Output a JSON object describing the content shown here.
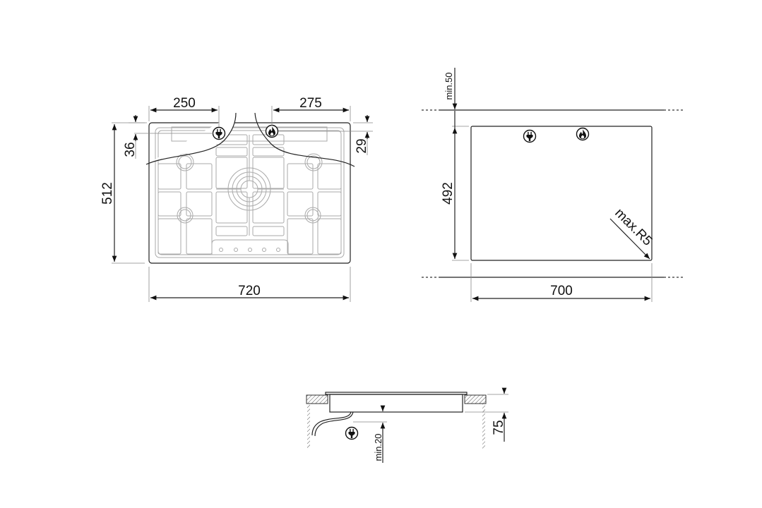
{
  "views": {
    "top_view": {
      "label": "hob-top-view",
      "dimensions": {
        "width": "720",
        "depth": "512",
        "electric_offset_x": "250",
        "gas_offset_x": "275",
        "electric_offset_y": "36",
        "gas_offset_y": "29"
      },
      "icons": [
        "plug-icon",
        "flame-icon"
      ],
      "knobs": 5,
      "burners": 5
    },
    "cutout_view": {
      "label": "cutout-view",
      "dimensions": {
        "width": "700",
        "depth": "492",
        "min_wall_clearance": "min.50",
        "corner_radius": "max.R5"
      },
      "icons": [
        "plug-icon",
        "flame-icon"
      ]
    },
    "side_view": {
      "label": "side-section-view",
      "dimensions": {
        "height": "75",
        "min_clearance_below": "min.20"
      },
      "icons": [
        "plug-icon"
      ]
    }
  },
  "colors": {
    "line": "#222222",
    "grate": "#aaaaaa",
    "background": "#ffffff"
  }
}
